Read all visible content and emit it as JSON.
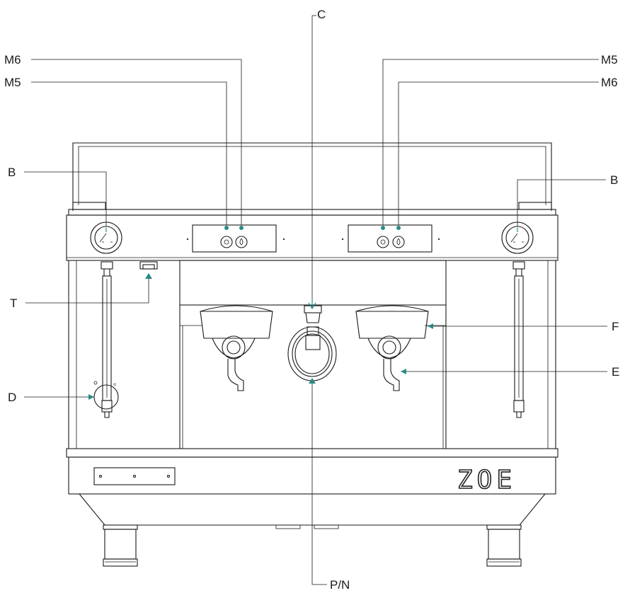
{
  "diagram": {
    "brand_logo": "ZOE",
    "accent_color": "#2a8b85",
    "labels": {
      "c": "C",
      "m6_left": "M6",
      "m5_left": "M5",
      "m5_right": "M5",
      "m6_right": "M6",
      "b_left": "B",
      "b_right": "B",
      "t": "T",
      "f": "F",
      "e": "E",
      "d": "D",
      "pn": "P/N"
    }
  }
}
